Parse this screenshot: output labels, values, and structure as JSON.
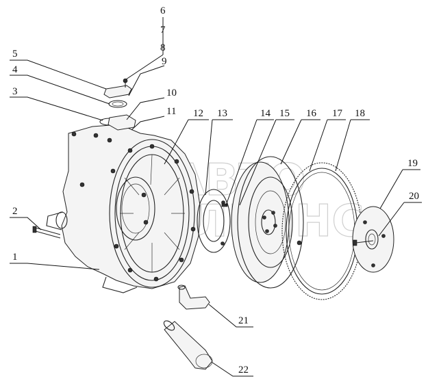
{
  "watermark": {
    "line1": "АВТО",
    "line2": "АЛЬЯНС"
  },
  "callouts": [
    {
      "id": "6",
      "label": "6"
    },
    {
      "id": "7",
      "label": "7"
    },
    {
      "id": "8",
      "label": "8"
    },
    {
      "id": "9",
      "label": "9"
    },
    {
      "id": "5",
      "label": "5"
    },
    {
      "id": "4",
      "label": "4"
    },
    {
      "id": "3",
      "label": "3"
    },
    {
      "id": "10",
      "label": "10"
    },
    {
      "id": "11",
      "label": "11"
    },
    {
      "id": "12",
      "label": "12"
    },
    {
      "id": "13",
      "label": "13"
    },
    {
      "id": "14",
      "label": "14"
    },
    {
      "id": "15",
      "label": "15"
    },
    {
      "id": "16",
      "label": "16"
    },
    {
      "id": "17",
      "label": "17"
    },
    {
      "id": "18",
      "label": "18"
    },
    {
      "id": "19",
      "label": "19"
    },
    {
      "id": "20",
      "label": "20"
    },
    {
      "id": "2",
      "label": "2"
    },
    {
      "id": "1",
      "label": "1"
    },
    {
      "id": "21",
      "label": "21"
    },
    {
      "id": "22",
      "label": "22"
    }
  ]
}
